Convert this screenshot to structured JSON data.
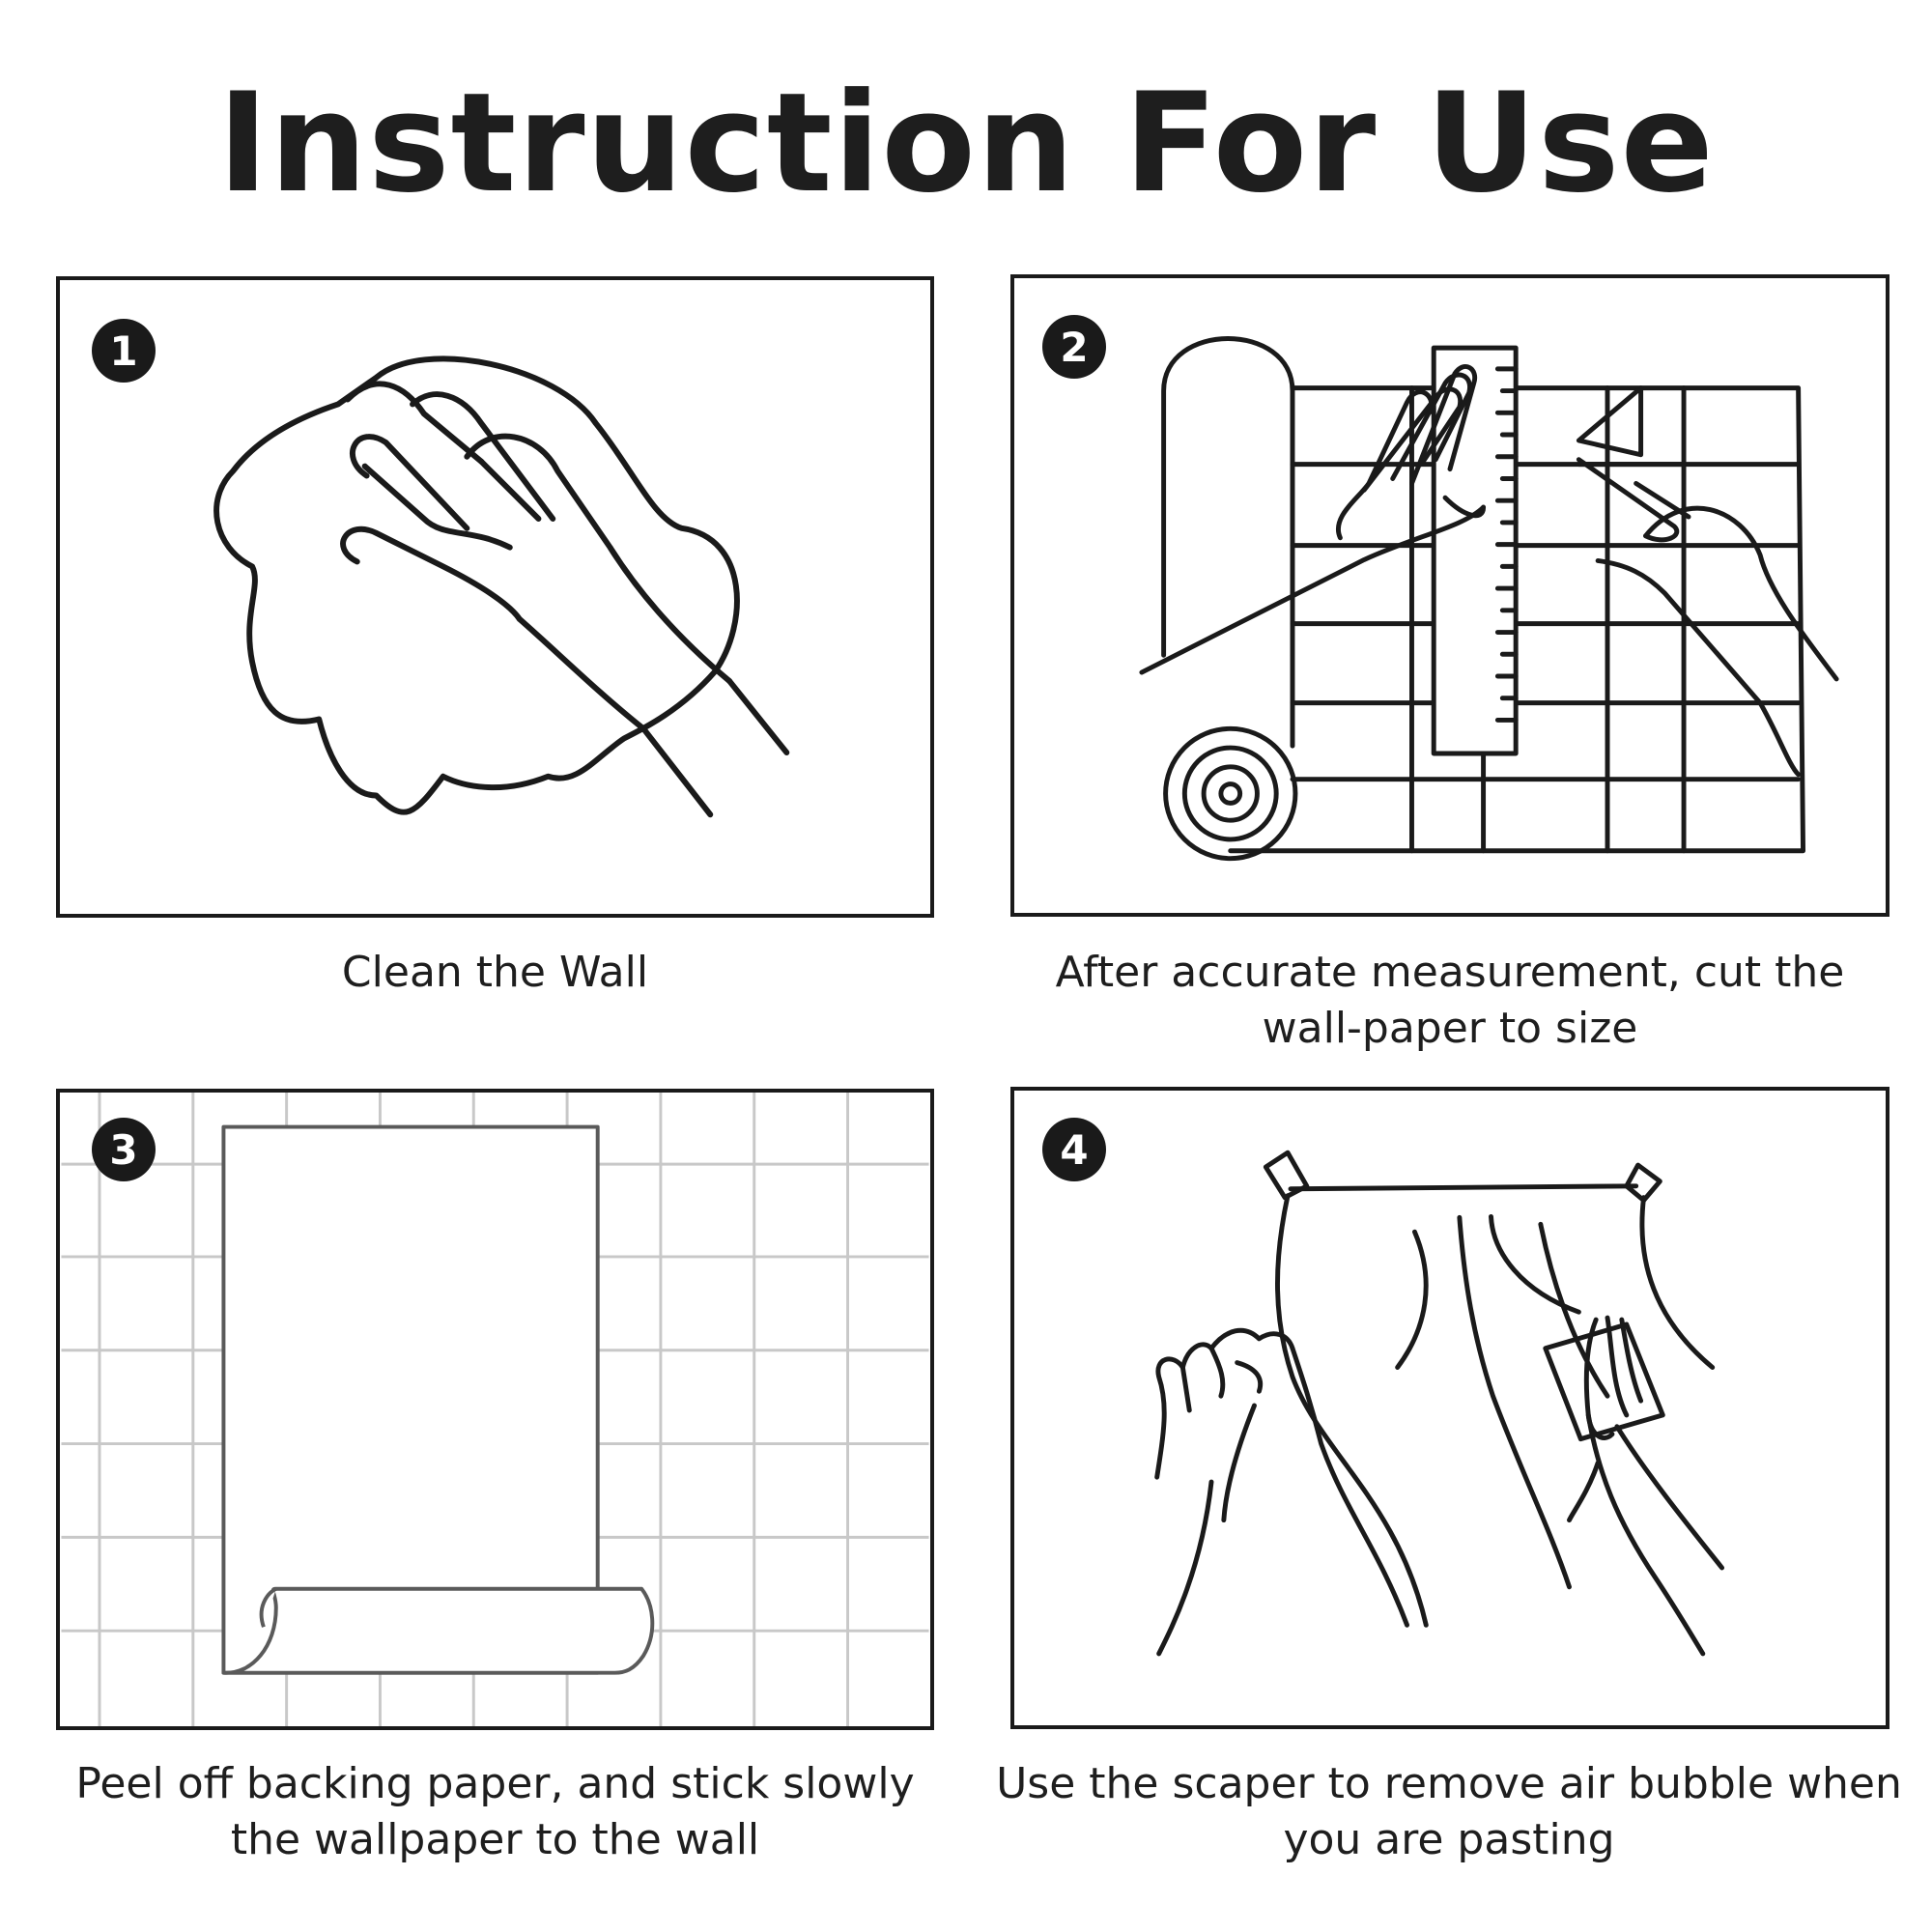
{
  "title": "Instruction For Use",
  "steps": [
    {
      "number": "1",
      "caption": "Clean the Wall",
      "illustration": "hand-wiping-cloth"
    },
    {
      "number": "2",
      "caption": "After accurate measurement, cut the wall-paper to size",
      "illustration": "measuring-wallpaper-roll"
    },
    {
      "number": "3",
      "caption": "Peel off backing paper, and stick slowly the wallpaper to the wall",
      "illustration": "peeling-backing-paper"
    },
    {
      "number": "4",
      "caption": "Use the scaper to remove air bubble when you are pasting",
      "illustration": "smoothing-with-scraper"
    }
  ],
  "colors": {
    "ink": "#1a1a1a",
    "grid": "#c8c8c8",
    "background": "#ffffff"
  }
}
